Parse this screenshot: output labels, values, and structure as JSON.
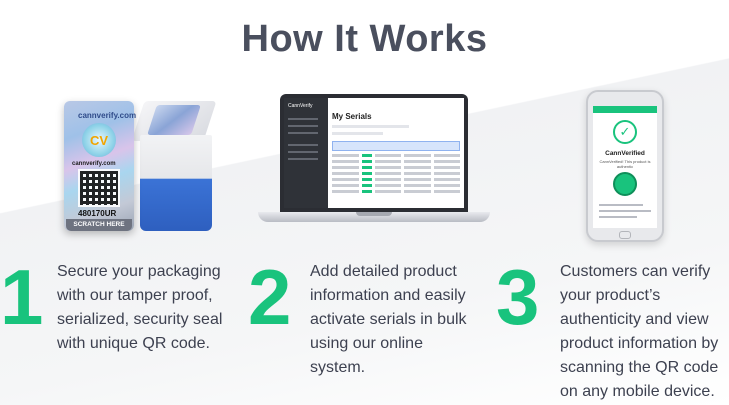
{
  "page": {
    "title": "How It Works"
  },
  "illustrations": {
    "seal": {
      "brand": "cannverify.com",
      "badge_letters": "CV",
      "site": "cannverify.com",
      "serial": "480170UR",
      "scratch_label": "SCRATCH HERE"
    },
    "laptop": {
      "app_name": "CannVerify",
      "screen_title": "My Serials"
    },
    "phone": {
      "brand": "CannVerified",
      "subtitle": "CannVerified! This product is authentic"
    }
  },
  "steps": [
    {
      "number": "1",
      "text": "Secure your packaging with our tamper proof, serialized, security seal with unique QR code."
    },
    {
      "number": "2",
      "text": "Add detailed product information and easily activate serials in bulk using our online system."
    },
    {
      "number": "3",
      "text": "Customers can verify your product’s authenticity and view product information by scanning the QR code on any mobile device."
    }
  ],
  "colors": {
    "accent": "#19c37d",
    "title": "#4a4f5e",
    "body_text": "#3d4150"
  },
  "icons": {
    "check": "check-icon"
  }
}
